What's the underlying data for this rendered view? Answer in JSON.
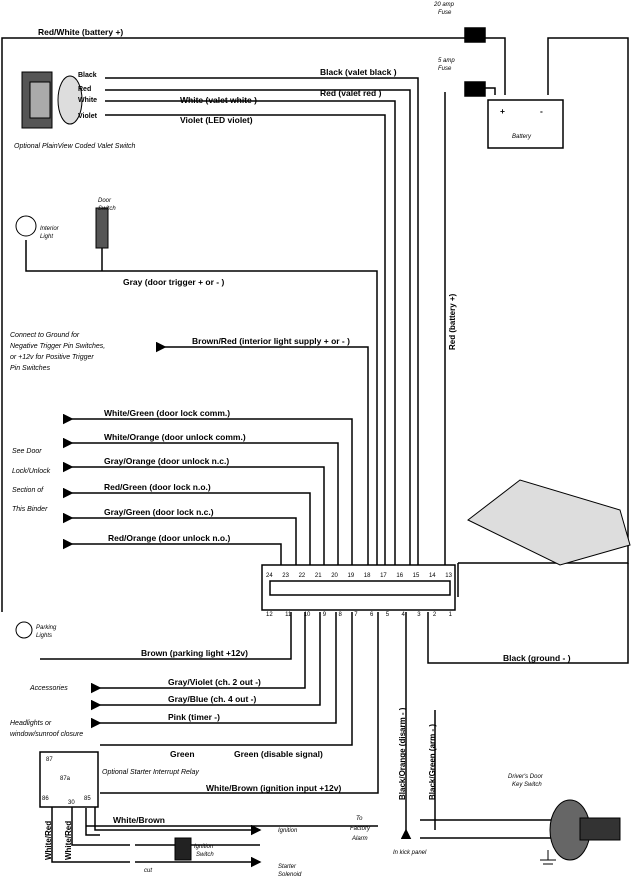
{
  "wires": {
    "red_white_battery": "Red/White  (battery +)",
    "black_valet": "Black  (valet black )",
    "red_valet": "Red  (valet red )",
    "white_valet": "White  (valet white )",
    "violet_led": "Violet  (LED violet)",
    "gray_door": "Gray  (door trigger + or - )",
    "brown_red": "Brown/Red  (interior light supply + or - )",
    "white_green": "White/Green  (door lock comm.)",
    "white_orange": "White/Orange  (door unlock comm.)",
    "gray_orange": "Gray/Orange  (door unlock n.c.)",
    "red_green": "Red/Green  (door lock n.o.)",
    "gray_green": "Gray/Green  (door lock n.c.)",
    "red_orange": "Red/Orange  (door unlock n.o.)",
    "brown_parking": "Brown  (parking light +12v)",
    "gray_violet": "Gray/Violet  (ch. 2 out -)",
    "gray_blue": "Gray/Blue  (ch. 4 out -)",
    "pink": "Pink  (timer -)",
    "green": "Green",
    "green_disable": "Green  (disable signal)",
    "white_brown_ign": "White/Brown  (ignition input +12v)",
    "white_brown": "White/Brown",
    "black_ground": "Black  (ground - )",
    "red_battery": "Red  (battery +)",
    "black_orange": "Black/Orange  (disarm - )",
    "black_green": "Black/Green  (arm - )",
    "white_red": "White/Red"
  },
  "switch_leads": {
    "black": "Black",
    "red": "Red",
    "white": "White",
    "violet": "Violet"
  },
  "notes": {
    "valet_switch": "Optional PlainView Coded Valet Switch",
    "door_switch_1": "Door",
    "door_switch_2": "Switch",
    "interior_light_1": "Interior",
    "interior_light_2": "Light",
    "connect_1": "Connect to Ground for",
    "connect_2": "Negative Trigger Pin Switches,",
    "connect_3": "or +12v for Positive Trigger",
    "connect_4": "Pin Switches",
    "see_door": "See Door",
    "lock_unlock": "Lock/Unlock",
    "section_of": "Section of",
    "this_binder": "This Binder",
    "parking_1": "Parking",
    "parking_2": "Lights",
    "accessories": "Accessories",
    "headlights_1": "Headlights or",
    "headlights_2": "window/sunroof closure",
    "starter_relay": "Optional Starter Interrupt Relay",
    "fuse20_1": "20 amp",
    "fuse20_2": "Fuse",
    "fuse5_1": "5 amp",
    "fuse5_2": "Fuse",
    "battery": "Battery",
    "battery_plus": "+",
    "battery_minus": "-",
    "ignition": "Ignition",
    "ign_switch_1": "Ignition",
    "ign_switch_2": "Switch",
    "cut": "cut",
    "starter_1": "Starter",
    "starter_2": "Solenoid",
    "factory_1": "To",
    "factory_2": "Factory",
    "factory_3": "Alarm",
    "kick_panel": "In kick panel",
    "key_switch_1": "Driver's Door",
    "key_switch_2": "Key Switch"
  },
  "relay_pins": {
    "p87": "87",
    "p87a": "87a",
    "p86": "86",
    "p85": "85",
    "p30": "30"
  },
  "connector": {
    "top_pins": [
      "24",
      "23",
      "22",
      "21",
      "20",
      "19",
      "18",
      "17",
      "16",
      "15",
      "14",
      "13"
    ],
    "bottom_pins": [
      "12",
      "11",
      "10",
      "9",
      "8",
      "7",
      "6",
      "5",
      "4",
      "3",
      "2",
      "1"
    ]
  }
}
